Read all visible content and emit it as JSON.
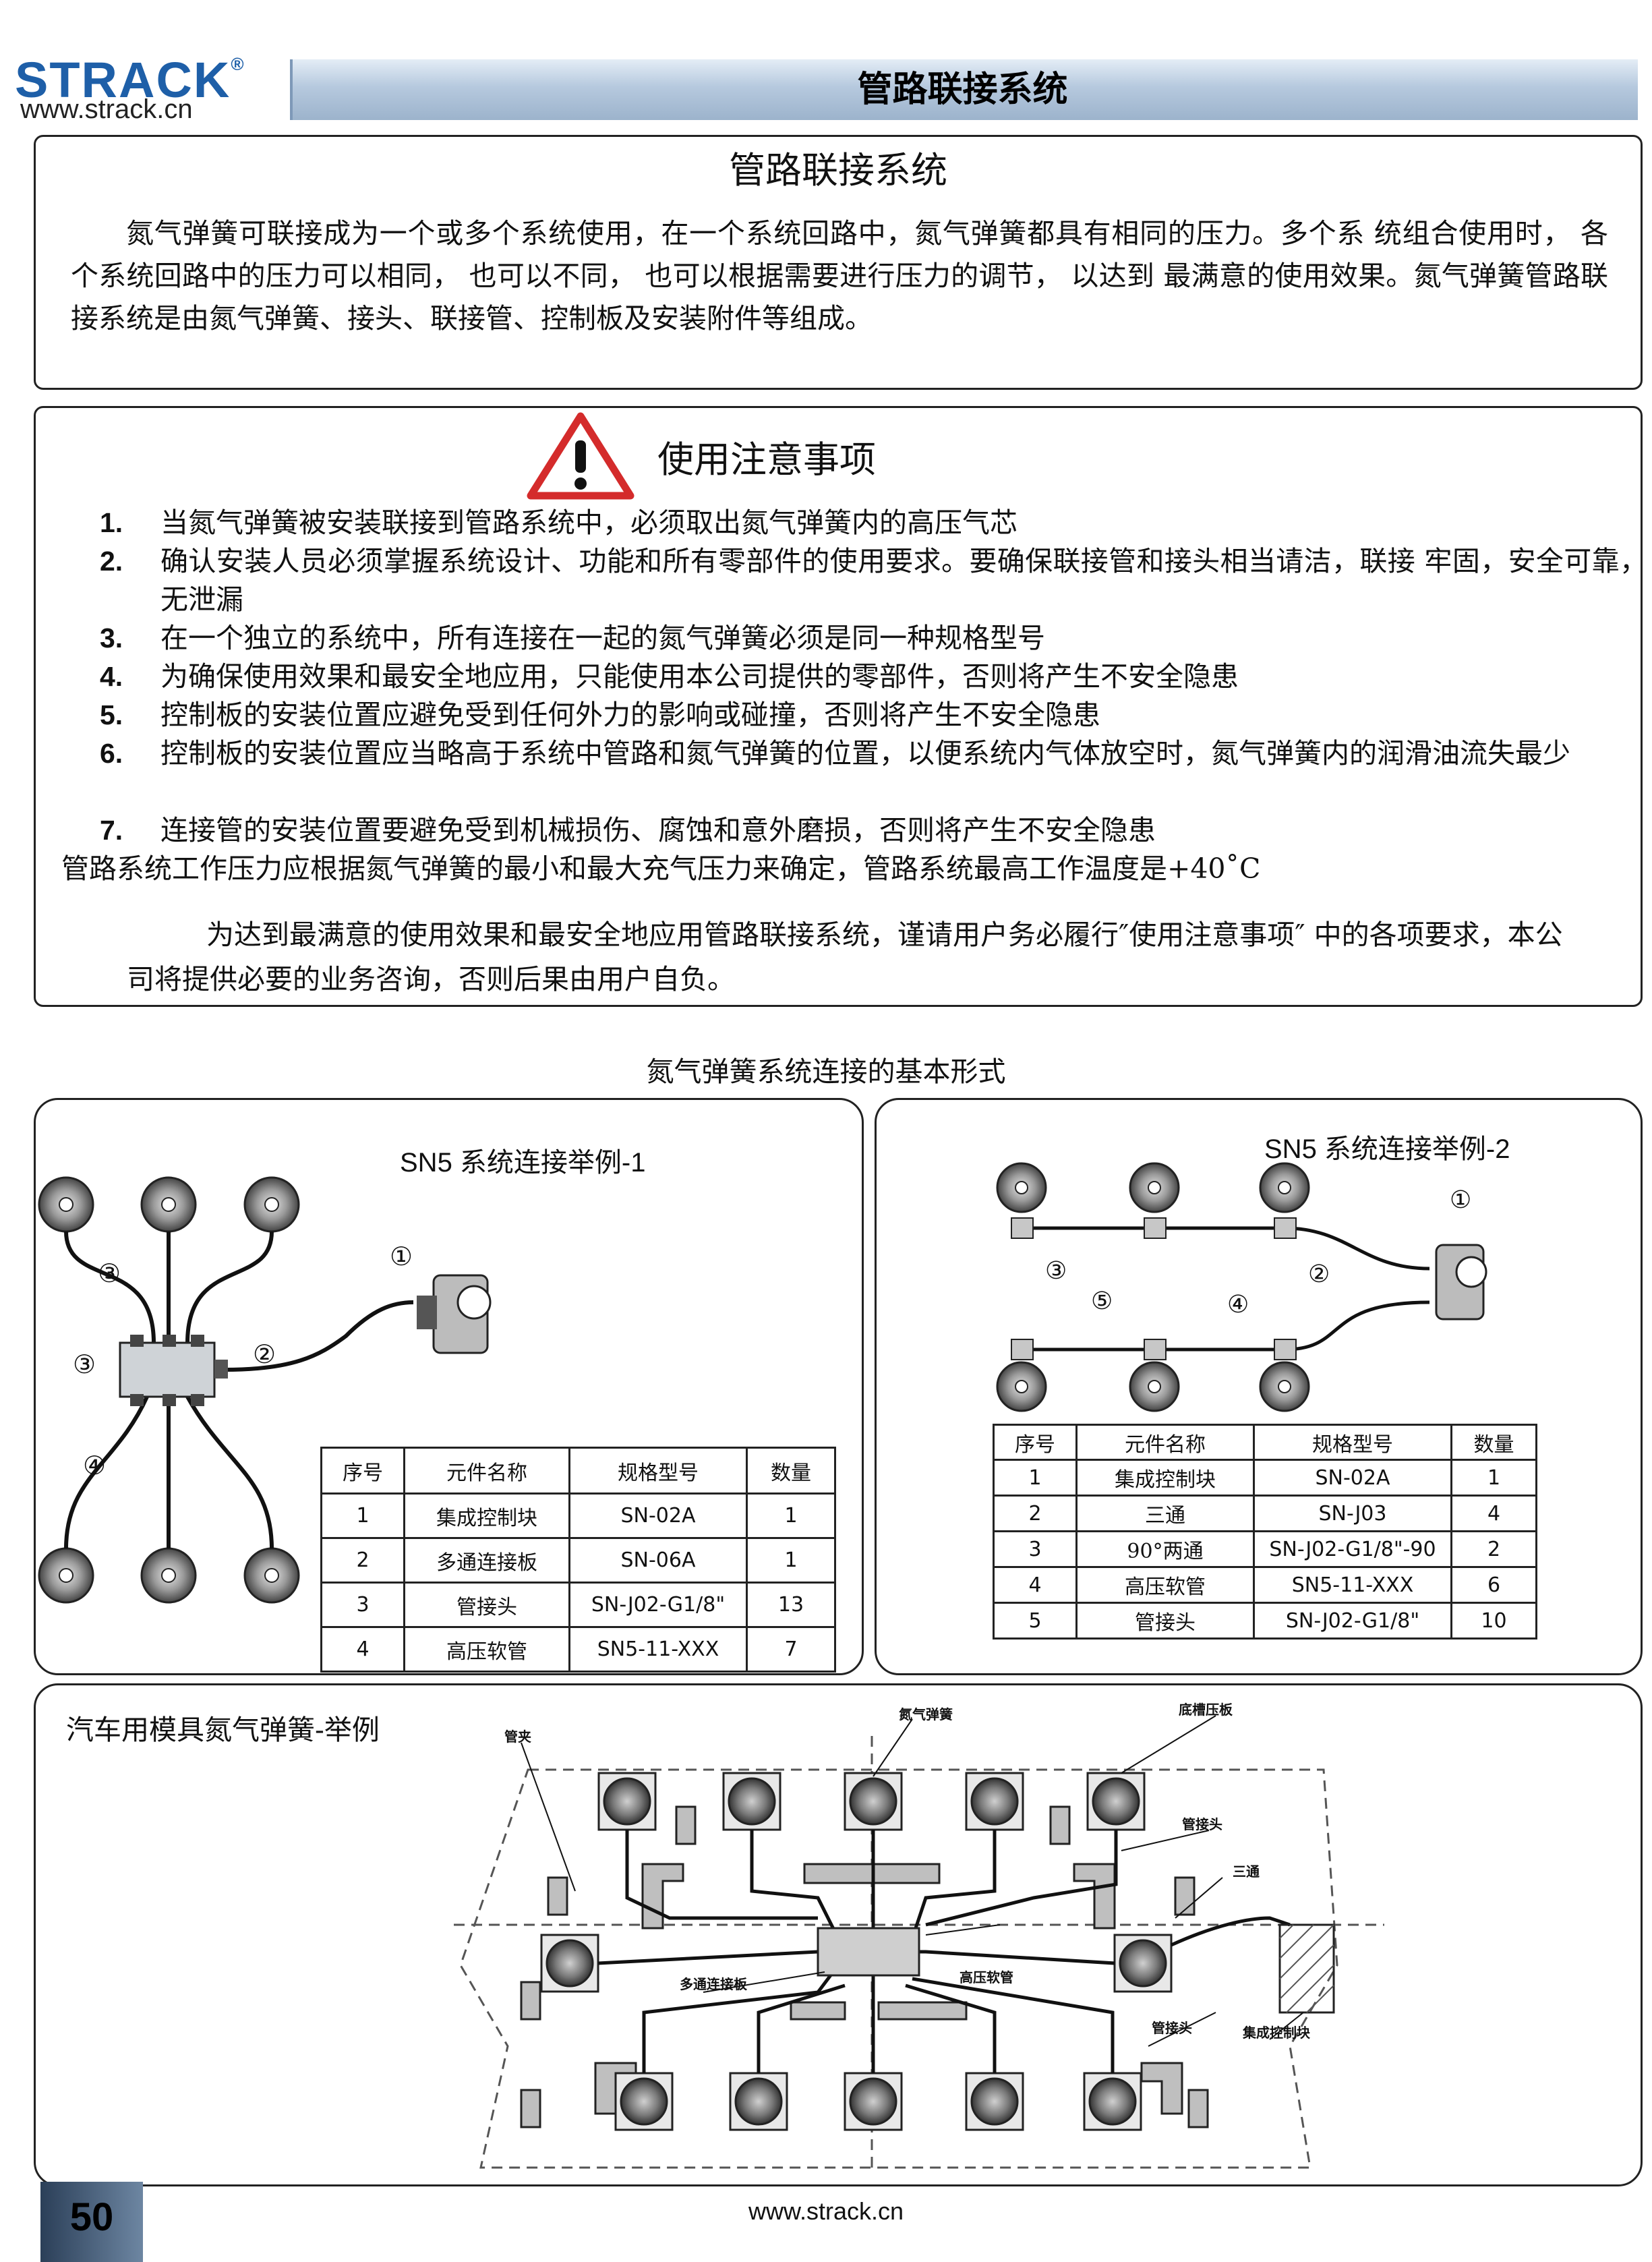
{
  "header": {
    "logo_text": "STRACK",
    "logo_reg": "®",
    "logo_url": "www.strack.cn",
    "title": "管路联接系统"
  },
  "intro": {
    "title": "管路联接系统",
    "body": "氮气弹簧可联接成为一个或多个系统使用，在一个系统回路中，氮气弹簧都具有相同的压力。多个系 统组合使用时， 各个系统回路中的压力可以相同， 也可以不同， 也可以根据需要进行压力的调节， 以达到 最满意的使用效果。氮气弹簧管路联接系统是由氮气弹簧、接头、联接管、控制板及安装附件等组成。"
  },
  "notes": {
    "title": "使用注意事项",
    "warning_icon": "warning-triangle-icon",
    "items": [
      {
        "num": "1.",
        "text": "当氮气弹簧被安装联接到管路系统中，必须取出氮气弹簧内的高压气芯"
      },
      {
        "num": "2.",
        "text": "确认安装人员必须掌握系统设计、功能和所有零部件的使用要求。要确保联接管和接头相当请洁，联接 牢固，安全可靠，无泄漏"
      },
      {
        "num": "3.",
        "text": "在一个独立的系统中，所有连接在一起的氮气弹簧必须是同一种规格型号"
      },
      {
        "num": "4.",
        "text": "为确保使用效果和最安全地应用，只能使用本公司提供的零部件，否则将产生不安全隐患"
      },
      {
        "num": "5.",
        "text": "控制板的安装位置应避免受到任何外力的影响或碰撞，否则将产生不安全隐患"
      },
      {
        "num": "6.",
        "text": "控制板的安装位置应当略高于系统中管路和氮气弹簧的位置，以便系统内气体放空时，氮气弹簧内的润滑油流失最少"
      },
      {
        "num": "7.",
        "text": "连接管的安装位置要避免受到机械损伤、腐蚀和意外磨损，否则将产生不安全隐患"
      }
    ],
    "pressure_line": "管路系统工作压力应根据氮气弹簧的最小和最大充气压力来确定，管路系统最高工作温度是+40˚C",
    "closing": "为达到最满意的使用效果和最安全地应用管路联接系统，谨请用户务必履行″使用注意事项″ 中的各项要求，本公司将提供必要的业务咨询，否则后果由用户自负。"
  },
  "section_title": "氮气弹簧系统连接的基本形式",
  "example1": {
    "title": "SN5 系统连接举例-1",
    "callouts": [
      "①",
      "②",
      "③",
      "③",
      "④"
    ],
    "table": {
      "headers": [
        "序号",
        "元件名称",
        "规格型号",
        "数量"
      ],
      "rows": [
        [
          "1",
          "集成控制块",
          "SN-02A",
          "1"
        ],
        [
          "2",
          "多通连接板",
          "SN-06A",
          "1"
        ],
        [
          "3",
          "管接头",
          "SN-J02-G1/8\"",
          "13"
        ],
        [
          "4",
          "高压软管",
          "SN5-11-XXX",
          "7"
        ]
      ]
    }
  },
  "example2": {
    "title": "SN5 系统连接举例-2",
    "callouts": [
      "①",
      "②",
      "③",
      "④",
      "⑤"
    ],
    "table": {
      "headers": [
        "序号",
        "元件名称",
        "规格型号",
        "数量"
      ],
      "rows": [
        [
          "1",
          "集成控制块",
          "SN-02A",
          "1"
        ],
        [
          "2",
          "三通",
          "SN-J03",
          "4"
        ],
        [
          "3",
          "90°两通",
          "SN-J02-G1/8\"-90",
          "2"
        ],
        [
          "4",
          "高压软管",
          "SN5-11-XXX",
          "6"
        ],
        [
          "5",
          "管接头",
          "SN-J02-G1/8\"",
          "10"
        ]
      ]
    }
  },
  "car_example": {
    "title": "汽车用模具氮气弹簧-举例",
    "labels": {
      "spring": "氮气弹簧",
      "base_plate": "底槽压板",
      "clamp": "管夹",
      "fitting_top": "管接头",
      "tee": "三通",
      "manifold": "多通连接板",
      "hose": "高压软管",
      "fitting_bottom": "管接头",
      "control_block": "集成控制块"
    }
  },
  "footer": {
    "page_number": "50",
    "url": "www.strack.cn"
  }
}
